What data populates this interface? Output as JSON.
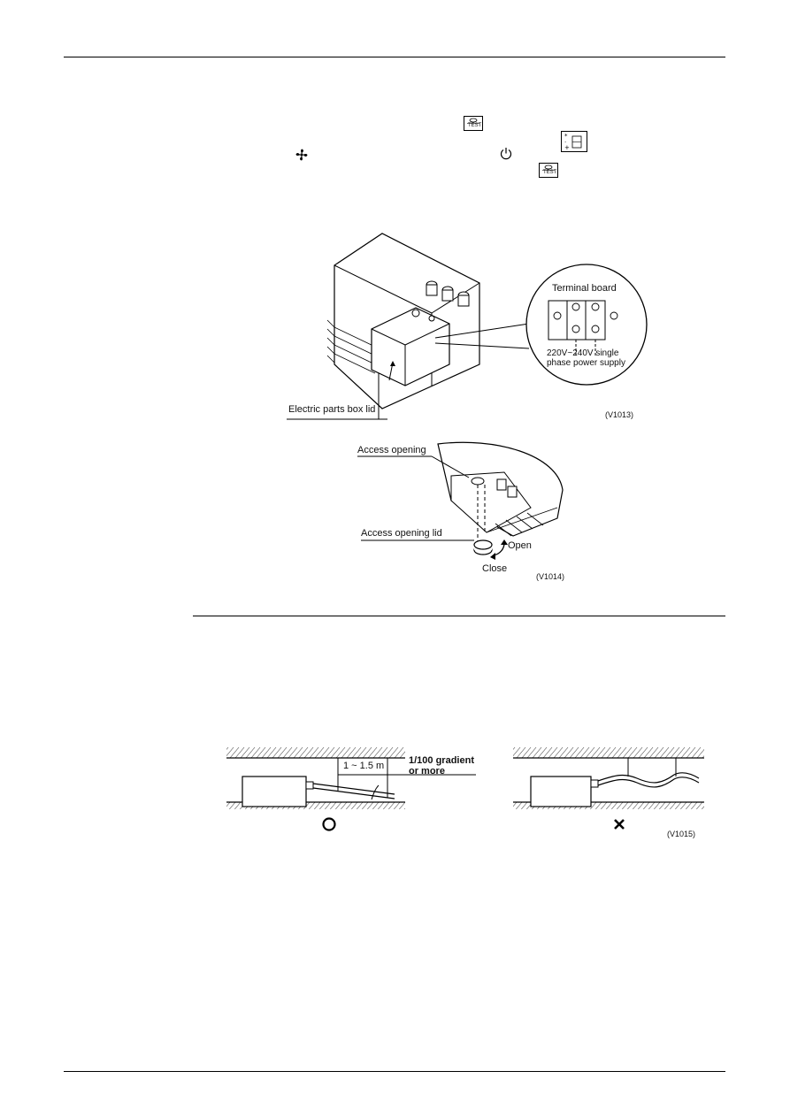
{
  "icons": {
    "test_button": "test-button-icon",
    "display_button": "display-mode-icon",
    "fan": "fan-icon",
    "power": "power-icon"
  },
  "icon_text": {
    "test": "TEST"
  },
  "figure_1": {
    "terminal_board_label": "Terminal board",
    "power_line_1": "220V~240V single",
    "power_line_2": "phase power supply",
    "lid_label": "Electric parts box lid",
    "code": "(V1013)"
  },
  "figure_2": {
    "access_opening": "Access opening",
    "access_opening_lid": "Access opening lid",
    "open": "Open",
    "close": "Close",
    "code": "(V1014)"
  },
  "figure_3": {
    "distance": "1 ~ 1.5 m",
    "gradient_line_1": "1/100 gradient",
    "gradient_line_2": "or more",
    "correct_symbol": "correct-circle-icon",
    "wrong_symbol": "wrong-cross-icon",
    "code": "(V1015)"
  }
}
